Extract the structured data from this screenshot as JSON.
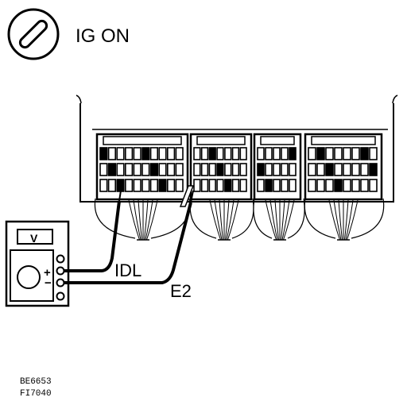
{
  "ignition": {
    "label": "IG ON",
    "icon": "ignition-key-icon"
  },
  "meter": {
    "display": "V",
    "plus": "+",
    "minus": "−",
    "icon": "voltmeter-icon"
  },
  "probes": {
    "positive_label": "IDL",
    "negative_label": "E2"
  },
  "codes": {
    "line1": "BE6653",
    "line2": "FI7040"
  },
  "colors": {
    "ink": "#000000",
    "paper": "#ffffff"
  }
}
